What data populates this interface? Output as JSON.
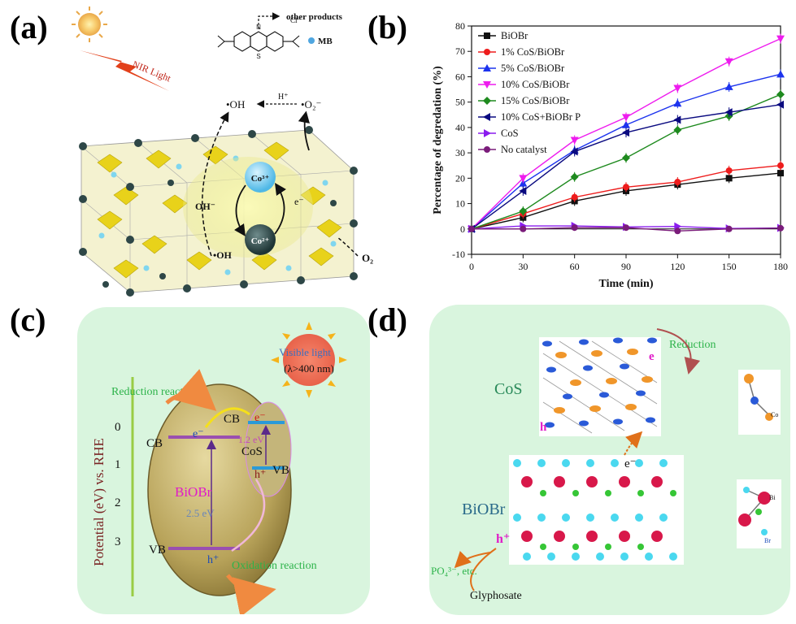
{
  "panels": {
    "a": "(a)",
    "b": "(b)",
    "c": "(c)",
    "d": "(d)"
  },
  "panel_a": {
    "nir_light": "NIR Light",
    "other_products": "other products",
    "cl_label": "Cl⁻",
    "mb_label": "MB",
    "oh_radical_top": "•OH",
    "h_plus": "H⁺",
    "o2_radical": "•O₂⁻",
    "co3": "Co³⁺",
    "co2": "Co²⁺",
    "oh_minus": "OH⁻",
    "e_minus": "e⁻",
    "oh_radical_bottom": "•OH",
    "o2": "O₂"
  },
  "chart_data": {
    "type": "line",
    "xlabel": "Time (min)",
    "ylabel": "Percentage of degredation (%)",
    "x": [
      0,
      30,
      60,
      90,
      120,
      150,
      180
    ],
    "xlim": [
      0,
      180
    ],
    "ylim": [
      -10,
      80
    ],
    "xticks": [
      "0",
      "30",
      "60",
      "90",
      "120",
      "150",
      "180"
    ],
    "yticks": [
      "-10",
      "0",
      "10",
      "20",
      "30",
      "40",
      "50",
      "60",
      "70",
      "80"
    ],
    "legend_position": "top-left",
    "series": [
      {
        "name": "BiOBr",
        "color": "#111111",
        "marker": "square",
        "values": [
          0,
          4.5,
          11,
          15,
          17.5,
          20,
          22
        ]
      },
      {
        "name": "1% CoS/BiOBr",
        "color": "#ee1c1c",
        "marker": "circle",
        "values": [
          0,
          6,
          12.5,
          16.5,
          18.5,
          23,
          25
        ]
      },
      {
        "name": "5% CoS/BiOBr",
        "color": "#1c33ee",
        "marker": "triangle-up",
        "values": [
          0,
          18,
          31,
          41,
          49.5,
          56,
          61
        ]
      },
      {
        "name": "10% CoS/BiOBr",
        "color": "#ee1cee",
        "marker": "triangle-down",
        "values": [
          0,
          20,
          35,
          44,
          55.5,
          66,
          75
        ]
      },
      {
        "name": "15% CoS/BiOBr",
        "color": "#1e8a1e",
        "marker": "diamond",
        "values": [
          0,
          7,
          20.5,
          28,
          39,
          44.5,
          53
        ]
      },
      {
        "name": "10% CoS+BiOBr P",
        "color": "#0a0a80",
        "marker": "triangle-left",
        "values": [
          0,
          15,
          30.5,
          38,
          43,
          46,
          49
        ]
      },
      {
        "name": "CoS",
        "color": "#8a1cee",
        "marker": "triangle-right",
        "values": [
          0,
          1.2,
          1.2,
          0.8,
          1,
          0.2,
          0.4
        ]
      },
      {
        "name": "No catalyst",
        "color": "#7a1c7a",
        "marker": "circle",
        "values": [
          0,
          0,
          0.5,
          0.5,
          -0.8,
          0,
          0.3
        ]
      }
    ]
  },
  "panel_c": {
    "visible_light": "Visible light",
    "lambda": "(λ>400 nm)",
    "axis_label": "Potential (eV) vs. RHE",
    "ticks": [
      "0",
      "1",
      "2",
      "3"
    ],
    "reduction": "Reduction reaction",
    "oxidation": "Oxidation reaction",
    "cb_left": "CB",
    "vb_left": "VB",
    "cb_right": "CB",
    "vb_right": "VB",
    "biobr": "BiOBr",
    "biobr_gap": "2.5 eV",
    "cos": "CoS",
    "cos_gap": "1.2 eV",
    "e_left": "e⁻",
    "e_right": "e⁻",
    "h_left": "h⁺",
    "h_right": "h⁺"
  },
  "panel_d": {
    "reduction": "Reduction",
    "cos": "CoS",
    "biobr": "BiOBr",
    "e_top": "e",
    "h_top": "h",
    "e_mid": "e⁻",
    "h_bottom": "h⁺",
    "po4": "PO₄³⁻, etc.",
    "glyphosate": "Glyphosate",
    "co_label": "Co",
    "bi_label": "Bi",
    "br_label": "Br"
  },
  "colors": {
    "panel_bg": "#d9f5de",
    "biobr_magenta": "#e01cc8",
    "green_text": "#2db34a",
    "cos_pink": "#e8206e"
  }
}
